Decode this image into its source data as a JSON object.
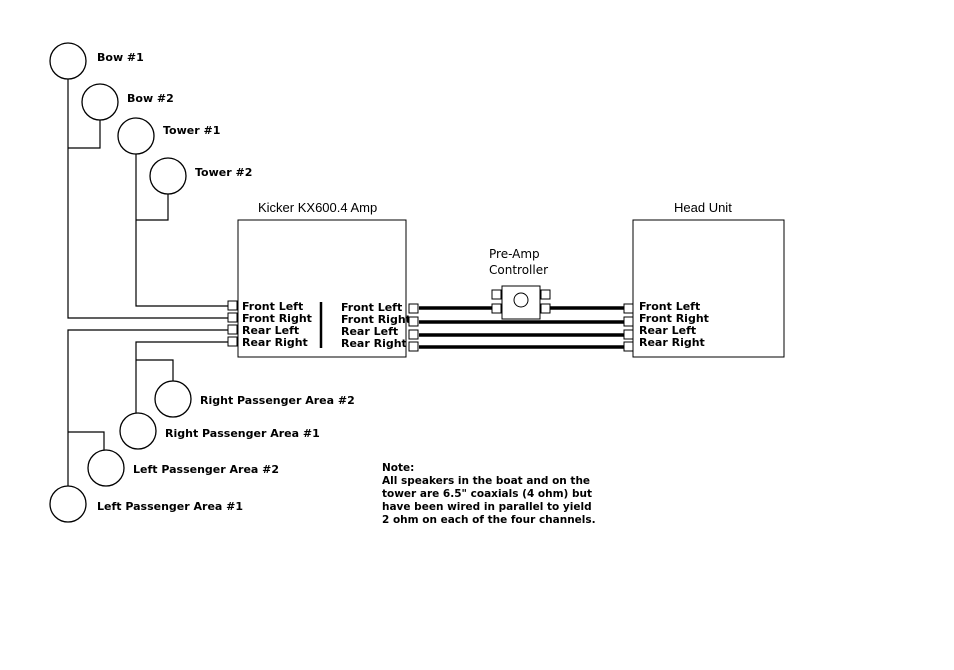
{
  "speakers": {
    "bow1": "Bow #1",
    "bow2": "Bow #2",
    "tower1": "Tower #1",
    "tower2": "Tower #2",
    "rpa2": "Right Passenger Area #2",
    "rpa1": "Right Passenger Area #1",
    "lpa2": "Left Passenger Area #2",
    "lpa1": "Left Passenger Area #1"
  },
  "amp": {
    "title": "Kicker KX600.4 Amp",
    "outputs": [
      "Front Left",
      "Front Right",
      "Rear Left",
      "Rear Right"
    ],
    "inputs": [
      "Front Left",
      "Front Right",
      "Rear Left",
      "Rear Right"
    ]
  },
  "preamp": {
    "line1": "Pre-Amp",
    "line2": "Controller"
  },
  "head_unit": {
    "title": "Head Unit",
    "outputs": [
      "Front Left",
      "Front Right",
      "Rear Left",
      "Rear Right"
    ]
  },
  "note": {
    "heading": "Note:",
    "lines": [
      "All speakers in the boat and on the",
      "tower are 6.5\" coaxials (4 ohm) but",
      "have been wired in parallel to yield",
      "2 ohm on each of the four channels."
    ]
  }
}
